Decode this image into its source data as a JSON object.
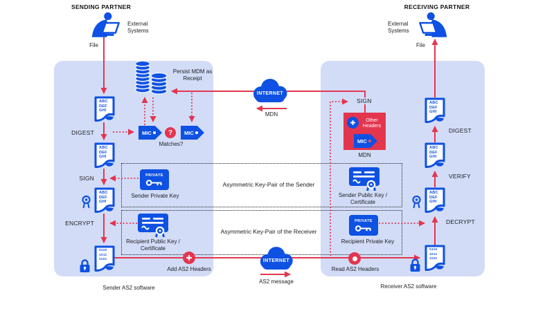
{
  "colors": {
    "blue": "#0E51E3",
    "red": "#E4354F",
    "panel": "#D2DCF7",
    "ink": "#1D1D1F"
  },
  "sender": {
    "title": "SENDING PARTNER",
    "external_systems": "External Systems",
    "file_label": "File",
    "digest_label": "DIGEST",
    "sign_label": "SIGN",
    "encrypt_label": "ENCRYPT",
    "software_label": "Sender AS2 software"
  },
  "receiver": {
    "title": "RECEIVING PARTNER",
    "external_systems": "External Systems",
    "file_label": "File",
    "sign_label": "SIGN",
    "digest_label": "DIGEST",
    "verify_label": "VERIFY",
    "decrypt_label": "DECRYPT",
    "software_label": "Receiver AS2 software"
  },
  "docs": {
    "plain": [
      "ABC",
      "DEF",
      "GHI"
    ],
    "binary": [
      "0110",
      "1011",
      "1101"
    ]
  },
  "storage": {
    "persist_label": "Persist MDM as Receipt"
  },
  "mic": {
    "label": "MIC",
    "question": "?",
    "matches_label": "Matches?"
  },
  "internet": {
    "label": "INTERNET"
  },
  "mdn": {
    "flow_label": "MDN",
    "other_headers": "Other Headers",
    "caption": "MDN"
  },
  "keys": {
    "private_badge": "PRIVATE",
    "sender": {
      "title": "Asymmetric Key-Pair of the Sender",
      "private_caption": "Sender Private Key",
      "public_caption": "Sender Public Key / Certificate"
    },
    "receiver": {
      "title": "Asymmetric Key-Pair of the Receiver",
      "private_caption": "Recipient Private Key",
      "public_caption": "Recipient Public Key / Certificate"
    }
  },
  "transport": {
    "add_headers": "Add AS2 Headers",
    "read_headers": "Read AS2 Headers",
    "as2_message": "AS2 message"
  }
}
